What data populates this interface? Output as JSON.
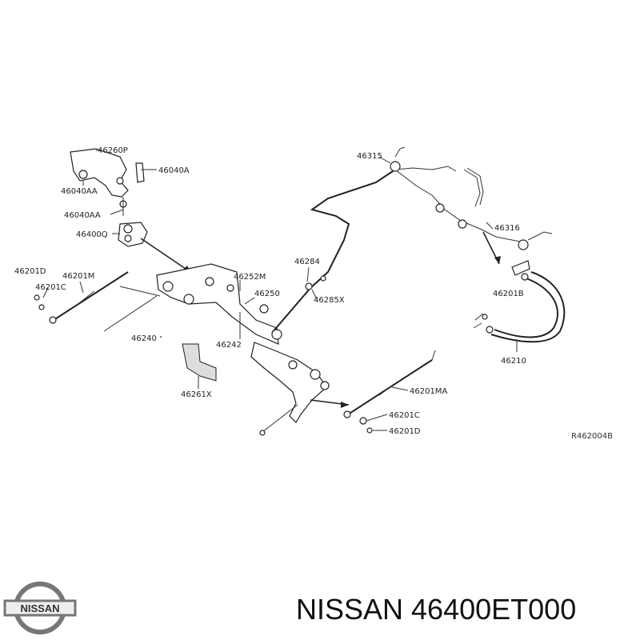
{
  "labels": {
    "p46260P": "46260P",
    "p46040A": "46040A",
    "p46040AA_1": "46040AA",
    "p46040AA_2": "46040AA",
    "p46400Q": "46400Q",
    "p46201D_left": "46201D",
    "p46201M": "46201M",
    "p46201C_left": "46201C",
    "p46252M": "46252M",
    "p46250": "46250",
    "p46284": "46284",
    "p46285X": "46285X",
    "p46240": "46240",
    "p46242": "46242",
    "p46261X": "46261X",
    "p46315": "46315",
    "p46316": "46316",
    "p46201B": "46201B",
    "p46210": "46210",
    "p46201MA": "46201MA",
    "p46201C_right": "46201C",
    "p46201D_right": "46201D"
  },
  "ref_code": "R462004B",
  "footer": {
    "title": "NISSAN 46400ET000"
  },
  "logo": {
    "text": "NISSAN",
    "icon": "nissan-logo-icon"
  }
}
